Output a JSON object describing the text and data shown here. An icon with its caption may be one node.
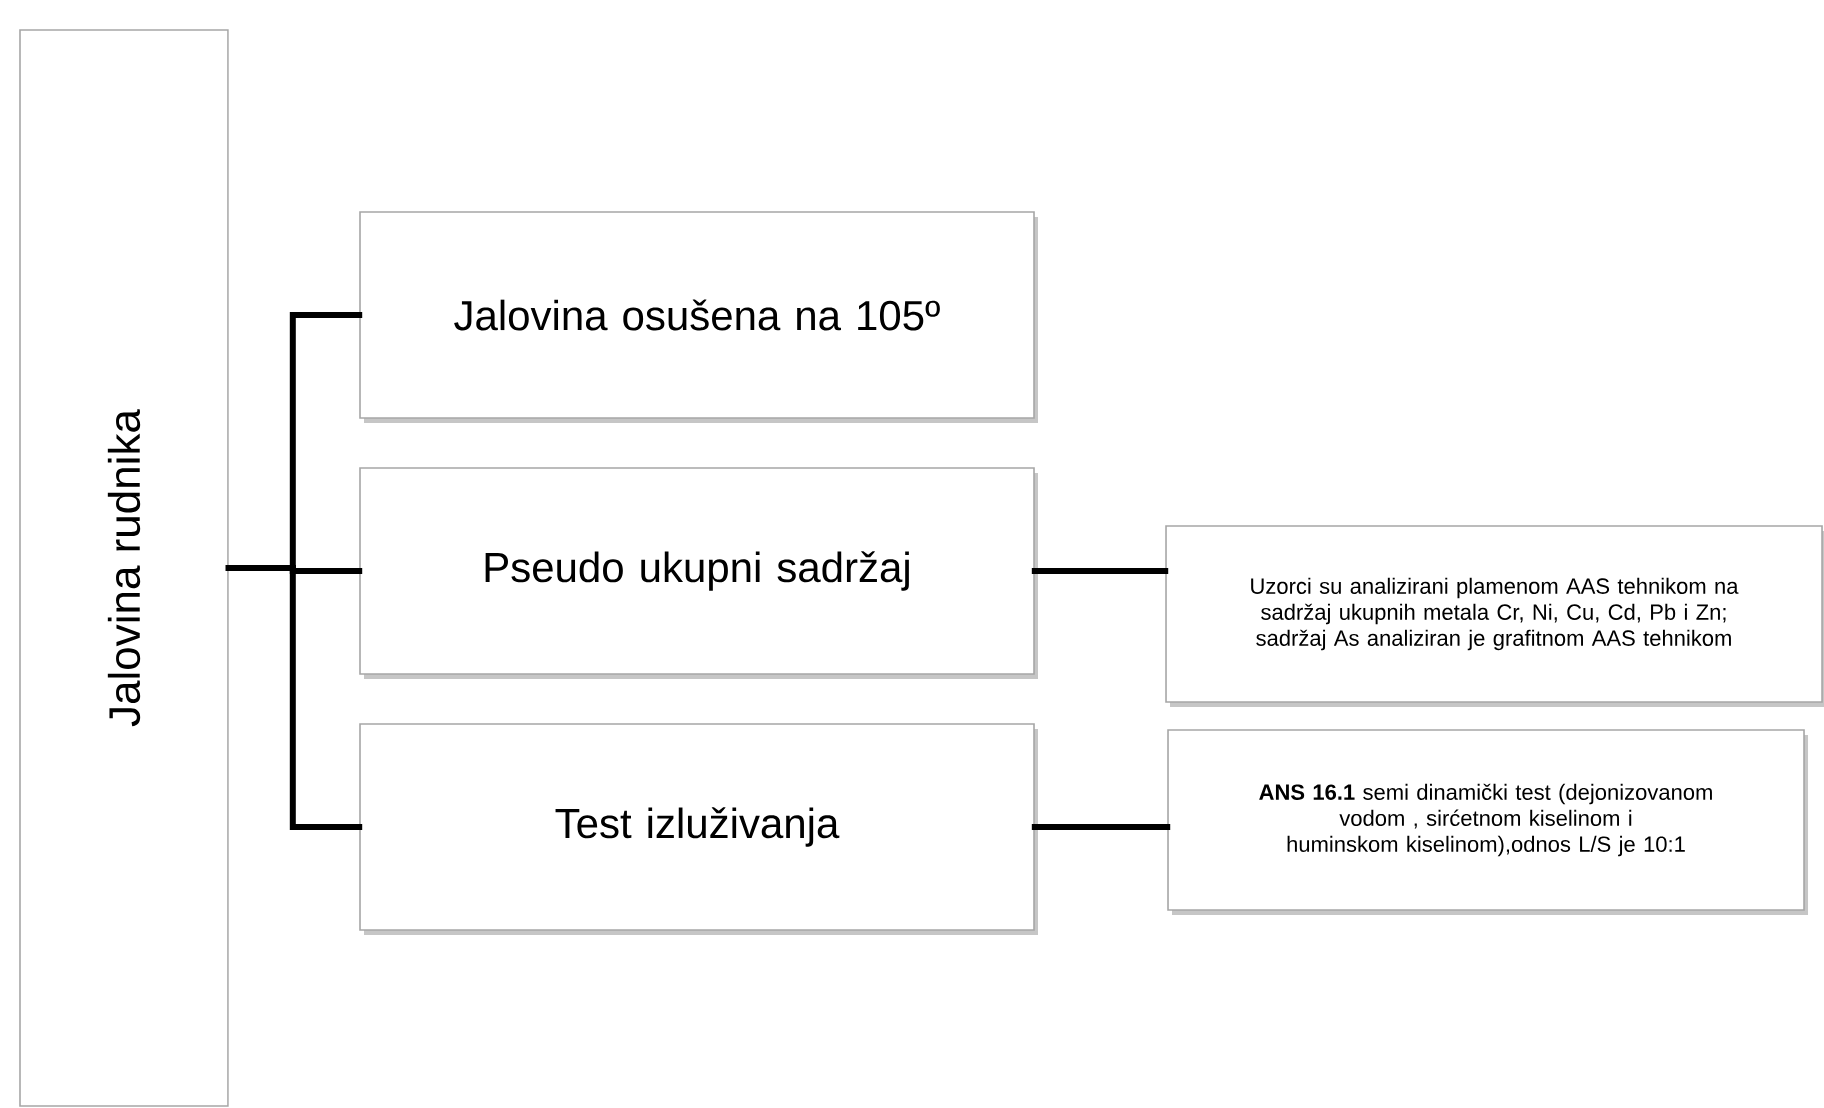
{
  "diagram": {
    "nodes": [
      {
        "text": [
          "Jalovina rudnika"
        ]
      },
      {
        "text": [
          "Jalovina osušena na 105º"
        ]
      },
      {
        "text": [
          "Pseudo ukupni sadržaj"
        ]
      },
      {
        "text": [
          "Test izluživanja"
        ]
      },
      {
        "text": [
          "Uzorci su analizirani plamenom AAS tehnikom na sadržaj ukupnih metala Cr, Ni, Cu, Cd, Pb i Zn; sadržaj As analiziran je grafitnom AAS tehnikom"
        ]
      },
      {
        "text": [
          "**ANS 16.1** semi dinamički test (dejonizovanom vodom , sirćetnom kiselinom i huminskom kiselinom),odnos L/S je 10:1"
        ]
      }
    ],
    "edges": [
      {
        "from": 0,
        "to": 1,
        "arrow": "none"
      },
      {
        "from": 0,
        "to": 2,
        "arrow": "none"
      },
      {
        "from": 0,
        "to": 3,
        "arrow": "none"
      },
      {
        "from": 2,
        "to": 4,
        "arrow": "none"
      },
      {
        "from": 3,
        "to": 5,
        "arrow": "none"
      }
    ]
  }
}
